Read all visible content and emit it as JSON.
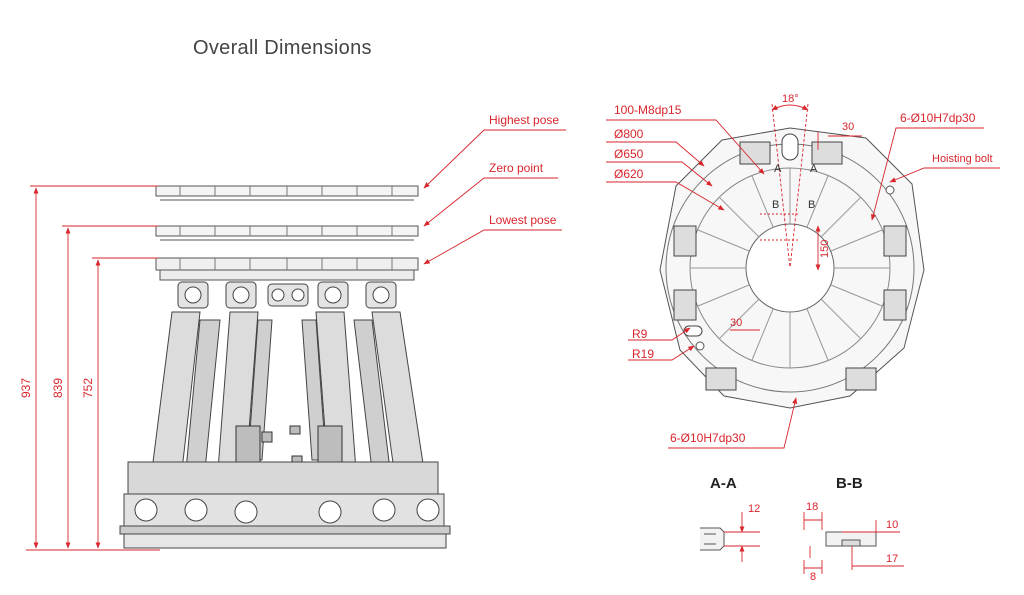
{
  "title": "Overall Dimensions",
  "side_view": {
    "pose_labels": [
      "Highest pose",
      "Zero point",
      "Lowest pose"
    ],
    "heights": [
      "937",
      "839",
      "752"
    ]
  },
  "top_view": {
    "angle_label": "18°",
    "annotations": {
      "holes": "100-M8dp15",
      "d800": "Ø800",
      "d650": "Ø650",
      "d620": "Ø620",
      "pin_top": "6-Ø10H7dp30",
      "hoisting": "Hoisting bolt",
      "dim30_top": "30",
      "dim150": "150",
      "dim30_mid": "30",
      "r9": "R9",
      "r19": "R19",
      "pin_bottom": "6-Ø10H7dp30",
      "sec_a1": "A",
      "sec_a2": "A",
      "sec_b1": "B",
      "sec_b2": "B"
    }
  },
  "sections": {
    "aa": {
      "title": "A-A",
      "dim": "12"
    },
    "bb": {
      "title": "B-B",
      "dims": [
        "18",
        "10",
        "8",
        "17"
      ]
    }
  },
  "colors": {
    "dimension": "#d8262d",
    "line": "#555555",
    "text": "#444444"
  }
}
